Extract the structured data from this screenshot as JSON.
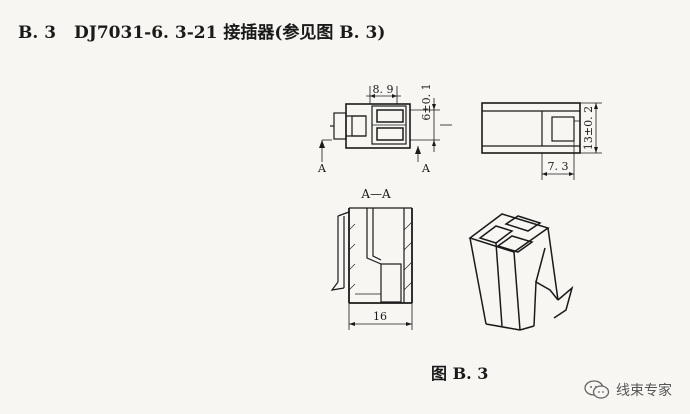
{
  "heading": {
    "section": "B. 3",
    "title": "DJ7031-6. 3-21 接插器(参见图 B. 3)"
  },
  "figure": {
    "caption": "图 B. 3",
    "front_view": {
      "dim_width": "8. 9",
      "dim_height": "6±0. 1",
      "section_mark_left": "A",
      "section_mark_right": "A"
    },
    "side_view": {
      "dim_height": "13±0. 2",
      "dim_width": "7. 3"
    },
    "section_view": {
      "title": "A—A",
      "dim_width": "16"
    }
  },
  "watermark": {
    "text": "线束专家",
    "icon": "wechat-icon"
  }
}
